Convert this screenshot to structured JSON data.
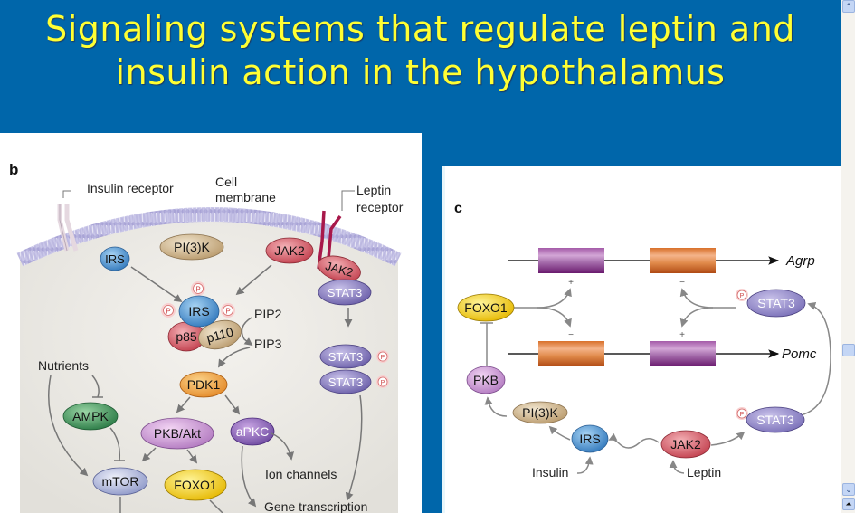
{
  "slide": {
    "title_line1": "Signaling systems that regulate leptin and",
    "title_line2": "insulin action in the hypothalamus"
  },
  "panel_b": {
    "label": "b",
    "annotations": {
      "insulin_receptor": "Insulin receptor",
      "cell": "Cell",
      "membrane": "membrane",
      "leptin": "Leptin",
      "receptor": "receptor",
      "nutrients": "Nutrients",
      "pip2": "PIP2",
      "pip3": "PIP3",
      "ion_channels": "Ion channels",
      "gene_transcription": "Gene transcription"
    },
    "nodes": {
      "irs_top": "IRS",
      "pi3k": "PI(3)K",
      "jak2_top": "JAK2",
      "jak2_receptor": "JAK2",
      "stat3_receptor": "STAT3",
      "irs_complex": "IRS",
      "p85": "p85",
      "p110": "p110",
      "stat3_dimer_1": "STAT3",
      "stat3_dimer_2": "STAT3",
      "pdk1": "PDK1",
      "ampk": "AMPK",
      "pkb_akt": "PKB/Akt",
      "apkc": "aPKC",
      "mtor": "mTOR",
      "foxo1": "FOXO1"
    },
    "phospho": "P"
  },
  "panel_c": {
    "label": "c",
    "genes": {
      "agrp": "Agrp",
      "pomc": "Pomc"
    },
    "signs": {
      "agrp_purple": "+",
      "agrp_orange": "−",
      "pomc_orange": "−",
      "pomc_purple": "+"
    },
    "nodes": {
      "foxo1": "FOXO1",
      "stat3_top": "STAT3",
      "pkb": "PKB",
      "pi3k": "PI(3)K",
      "irs": "IRS",
      "jak2": "JAK2",
      "stat3_bottom": "STAT3"
    },
    "inputs": {
      "insulin": "Insulin",
      "leptin": "Leptin"
    },
    "phospho": "P"
  },
  "scrollbar": {
    "up_glyph": "⌃",
    "down_glyph": "⌄",
    "page_glyph": "⏶"
  }
}
